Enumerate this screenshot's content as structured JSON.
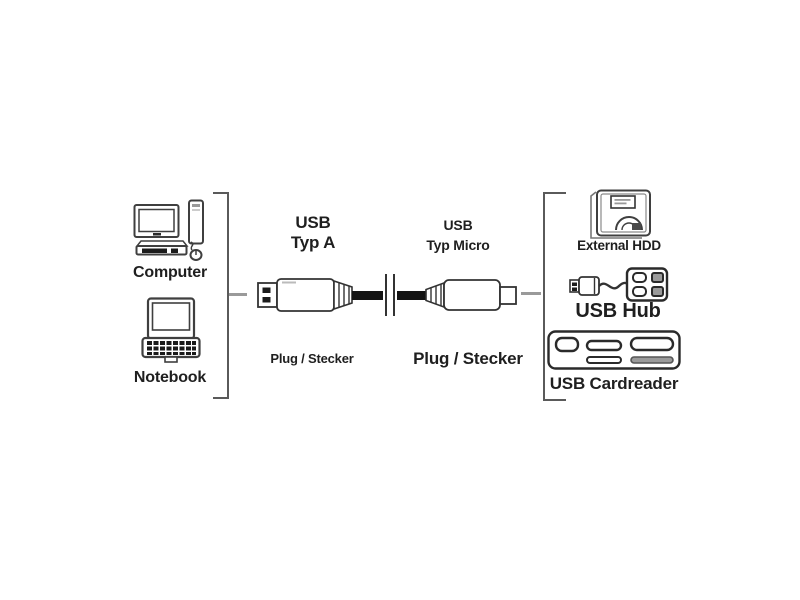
{
  "page": {
    "background": "#ffffff"
  },
  "colors": {
    "line": "#3f3f3f",
    "cable": "#141414",
    "bracket": "#5a5a5a",
    "tick": "#9a9a9a",
    "text": "#1f1f1f",
    "slot_fill": "#9a9a9a"
  },
  "left_group": {
    "items": [
      {
        "icon": "desktop-computer-icon",
        "label": "Computer"
      },
      {
        "icon": "notebook-icon",
        "label": "Notebook"
      }
    ]
  },
  "cable": {
    "left_connector": {
      "type_line1": "USB",
      "type_line2": "Typ A",
      "plug_label": "Plug / Stecker"
    },
    "right_connector": {
      "type_line1": "USB",
      "type_line2": "Typ Micro",
      "plug_label": "Plug / Stecker"
    }
  },
  "right_group": {
    "items": [
      {
        "icon": "external-hdd-icon",
        "label": "External HDD"
      },
      {
        "icon": "usb-hub-icon",
        "label": "USB Hub"
      },
      {
        "icon": "usb-cardreader-icon",
        "label": "USB Cardreader"
      }
    ]
  }
}
